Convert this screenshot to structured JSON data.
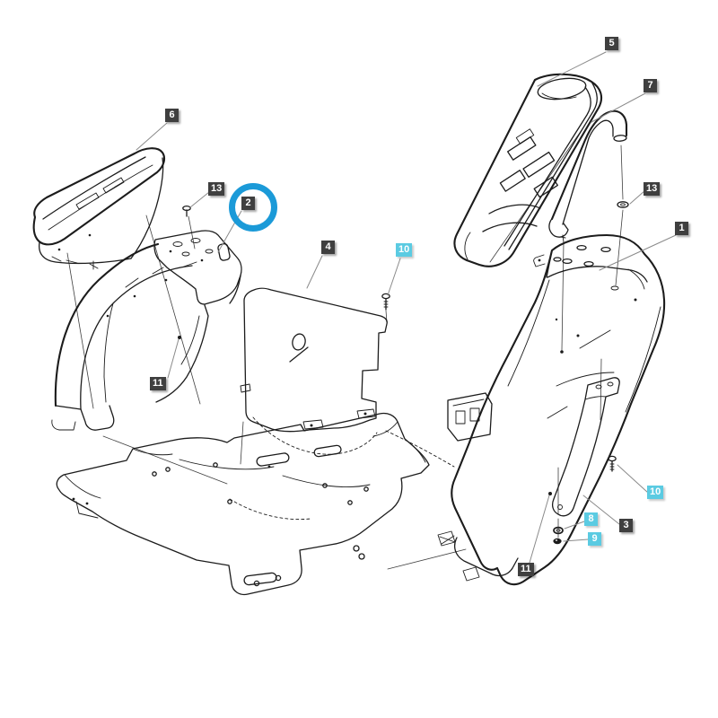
{
  "diagram": {
    "kind": "exploded-parts-diagram",
    "background": "#ffffff",
    "colors": {
      "label_dark_bg": "#3f3f3f",
      "label_cyan_bg": "#5bcbe2",
      "label_text": "#ffffff",
      "highlight_ring": "#1b9ad8",
      "line_art": "#1c1c1c",
      "leader_line": "#8a8a8a"
    },
    "highlighted_callout": "2"
  },
  "callouts": [
    {
      "id": "6",
      "text": "6",
      "style": "dark"
    },
    {
      "id": "13a",
      "text": "13",
      "style": "dark"
    },
    {
      "id": "2",
      "text": "2",
      "style": "dark",
      "highlighted": true
    },
    {
      "id": "4",
      "text": "4",
      "style": "dark"
    },
    {
      "id": "10a",
      "text": "10",
      "style": "cyan"
    },
    {
      "id": "5",
      "text": "5",
      "style": "dark"
    },
    {
      "id": "7",
      "text": "7",
      "style": "dark"
    },
    {
      "id": "13b",
      "text": "13",
      "style": "dark"
    },
    {
      "id": "1",
      "text": "1",
      "style": "dark"
    },
    {
      "id": "11a",
      "text": "11",
      "style": "dark"
    },
    {
      "id": "11b",
      "text": "11",
      "style": "dark"
    },
    {
      "id": "10b",
      "text": "10",
      "style": "cyan"
    },
    {
      "id": "8",
      "text": "8",
      "style": "cyan"
    },
    {
      "id": "9",
      "text": "9",
      "style": "cyan"
    },
    {
      "id": "3",
      "text": "3",
      "style": "dark"
    }
  ]
}
